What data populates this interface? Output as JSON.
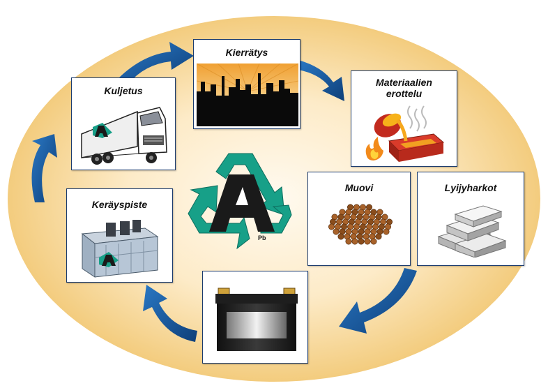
{
  "diagram": {
    "colors": {
      "ellipse_center": "#fffaf0",
      "ellipse_edge": "#f3cc7e",
      "arrow": "#1a5fa8",
      "arrow_dark": "#0e3f79",
      "card_border": "#1b3b6e",
      "logo_green": "#17a088",
      "logo_black": "#1a1a1a"
    },
    "cards": {
      "kuljetus": {
        "label": "Kuljetus",
        "icon": "truck-icon"
      },
      "kierratys": {
        "label": "Kierrätys",
        "icon": "factory-silhouette-icon"
      },
      "materiaalien": {
        "label_line1": "Materiaalien",
        "label_line2": "erottelu",
        "icon": "smelting-pot-icon"
      },
      "muovi": {
        "label": "Muovi",
        "icon": "plastic-pellets-icon"
      },
      "lyijyharkot": {
        "label": "Lyijyharkot",
        "icon": "lead-ingots-icon"
      },
      "keraypiste": {
        "label": "Keräyspiste",
        "icon": "collection-container-icon"
      },
      "akku": {
        "icon": "car-battery-icon"
      }
    },
    "logo": {
      "letter": "A",
      "subscript": "Pb",
      "icon": "recycling-logo-icon"
    }
  }
}
